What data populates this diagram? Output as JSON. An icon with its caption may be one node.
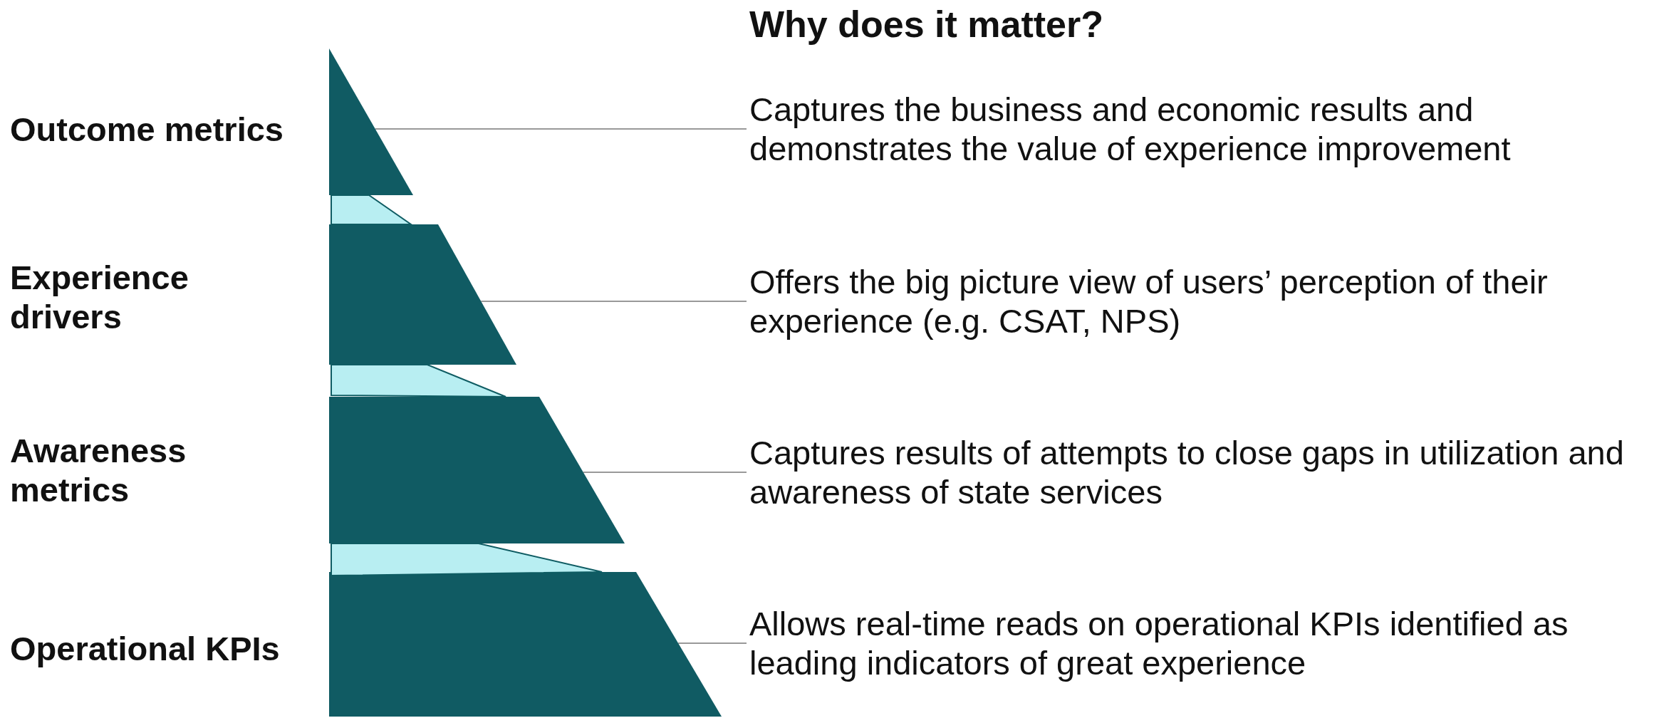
{
  "diagram": {
    "title": "Why does it matter?",
    "nodes": [
      {
        "text": [],
        "shape": "triangle"
      },
      {
        "text": [
          "Captures the business and economic results and demonstrates the value of experience improvement"
        ]
      },
      {
        "text": [],
        "shape": "trapezoid"
      },
      {
        "text": [
          "Offers the big picture view of users’ perception of their experience (e.g. CSAT, NPS)"
        ]
      },
      {
        "text": [],
        "shape": "trapezoid"
      },
      {
        "text": [
          "Captures results of attempts to close gaps in utilization and awareness of state services"
        ]
      },
      {
        "text": [],
        "shape": "trapezoid"
      },
      {
        "text": [
          "Allows real-time reads on operational KPIs identified as leading indicators of great experience"
        ]
      },
      {
        "text": [],
        "shape": "band"
      },
      {
        "text": [],
        "shape": "band"
      },
      {
        "text": [],
        "shape": "band"
      }
    ],
    "edges": [
      {
        "from": 1,
        "to": 0,
        "arrow": "none"
      },
      {
        "from": 3,
        "to": 2,
        "arrow": "none"
      },
      {
        "from": 5,
        "to": 4,
        "arrow": "none"
      },
      {
        "from": 7,
        "to": 6,
        "arrow": "none"
      }
    ],
    "labels": [
      "Outcome metrics",
      "Experience drivers",
      "Awareness metrics",
      "Operational KPIs"
    ]
  }
}
